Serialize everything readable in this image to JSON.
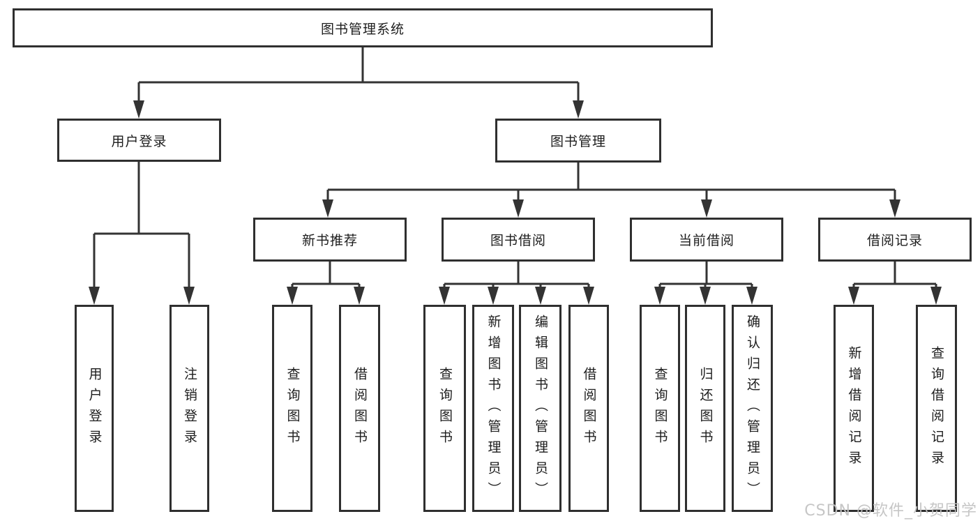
{
  "diagram": {
    "root": {
      "label": "图书管理系统"
    },
    "branches": [
      {
        "label": "用户登录",
        "children": [
          {
            "label": "用户登录"
          },
          {
            "label": "注销登录"
          }
        ]
      },
      {
        "label": "图书管理",
        "children": [
          {
            "label": "新书推荐",
            "children": [
              {
                "label": "查询图书"
              },
              {
                "label": "借阅图书"
              }
            ]
          },
          {
            "label": "图书借阅",
            "children": [
              {
                "label": "查询图书"
              },
              {
                "label": "新增图书（管理员）"
              },
              {
                "label": "编辑图书（管理员）"
              },
              {
                "label": "借阅图书"
              }
            ]
          },
          {
            "label": "当前借阅",
            "children": [
              {
                "label": "查询图书"
              },
              {
                "label": "归还图书"
              },
              {
                "label": "确认归还（管理员）"
              }
            ]
          },
          {
            "label": "借阅记录",
            "children": [
              {
                "label": "新增借阅记录"
              },
              {
                "label": "查询借阅记录"
              }
            ]
          }
        ]
      }
    ]
  },
  "colors": {
    "line": "#333333",
    "box_border": "#2f2f2f",
    "box_background": "#ffffff",
    "text": "#1d1d1d",
    "watermark": "#c3c3c3"
  },
  "watermark": {
    "text": "CSDN @软件_小贺同学"
  }
}
